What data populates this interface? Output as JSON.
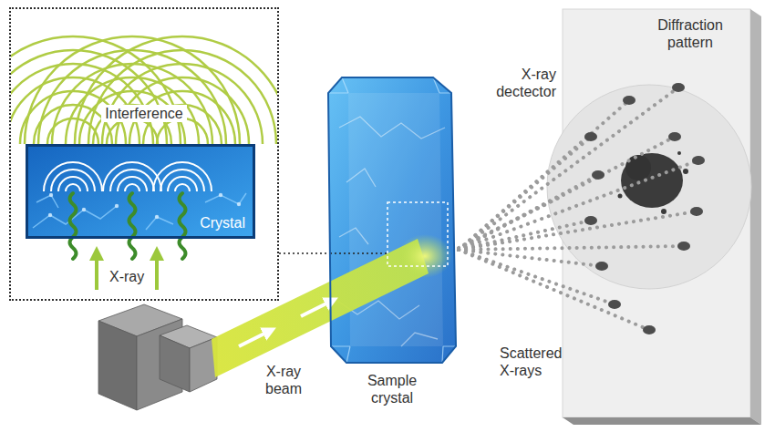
{
  "diagram": {
    "nodes": [
      {
        "text": [
          "Interference",
          "X-ray"
        ]
      },
      {
        "text": [
          "Crystal"
        ],
        "in": 0
      },
      {
        "text": [
          "Sample crystal"
        ]
      },
      {
        "text": [
          "Diffraction pattern"
        ]
      }
    ],
    "edges": [
      {
        "from": 0,
        "to": 2,
        "arrow": "none"
      },
      {
        "from": 2,
        "to": 3,
        "arrow": "none"
      }
    ],
    "labels": [
      "X-ray beam",
      "Scattered X-rays",
      "X-ray dectector"
    ]
  }
}
